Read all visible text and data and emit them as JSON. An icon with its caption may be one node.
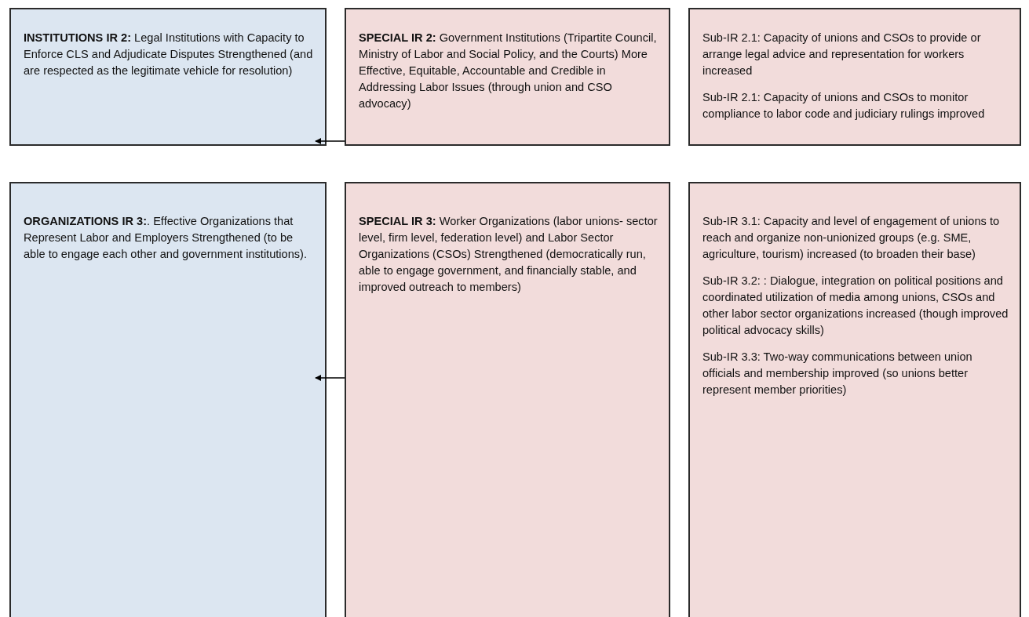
{
  "diagram": {
    "nodes": [
      {
        "text": [
          "**INSTITUTIONS IR 2:** Legal Institutions with Capacity to Enforce CLS and Adjudicate Disputes Strengthened (and are respected as the legitimate vehicle for resolution)"
        ]
      },
      {
        "text": [
          "**SPECIAL IR 2:** Government Institutions (Tripartite Council, Ministry of Labor and Social Policy, and the Courts) More Effective, Equitable, Accountable and Credible in Addressing Labor Issues (through union and CSO advocacy)"
        ]
      },
      {
        "text": [
          "Sub-IR 2.1: Capacity of unions and CSOs  to provide or arrange legal advice and representation for workers increased",
          "Sub-IR 2.1: Capacity of unions and CSOs to monitor compliance to labor code and judiciary rulings improved"
        ]
      },
      {
        "text": [
          "**ORGANIZATIONS IR 3:**. Effective Organizations that Represent Labor and Employers Strengthened (to be able to engage each other and government institutions)."
        ]
      },
      {
        "text": [
          "**SPECIAL IR 3:**  Worker Organizations (labor unions- sector level, firm level, federation level) and Labor Sector Organizations (CSOs) Strengthened (democratically run, able to engage government, and financially stable, and improved outreach to members)"
        ]
      },
      {
        "text": [
          "Sub-IR 3.1: Capacity and level of engagement of unions to reach and organize non-unionized groups (e.g. SME, agriculture, tourism) increased (to broaden their base)",
          "Sub-IR 3.2: : Dialogue, integration on political positions and coordinated utilization of media among unions, CSOs and other labor sector organizations increased (though improved political advocacy skills)",
          "Sub-IR 3.3:  Two-way communications between union officials and membership improved (so unions better represent member priorities)"
        ]
      }
    ],
    "edges": [
      {
        "from": 1,
        "to": 0,
        "arrow": "to"
      },
      {
        "from": 4,
        "to": 3,
        "arrow": "to"
      }
    ]
  }
}
